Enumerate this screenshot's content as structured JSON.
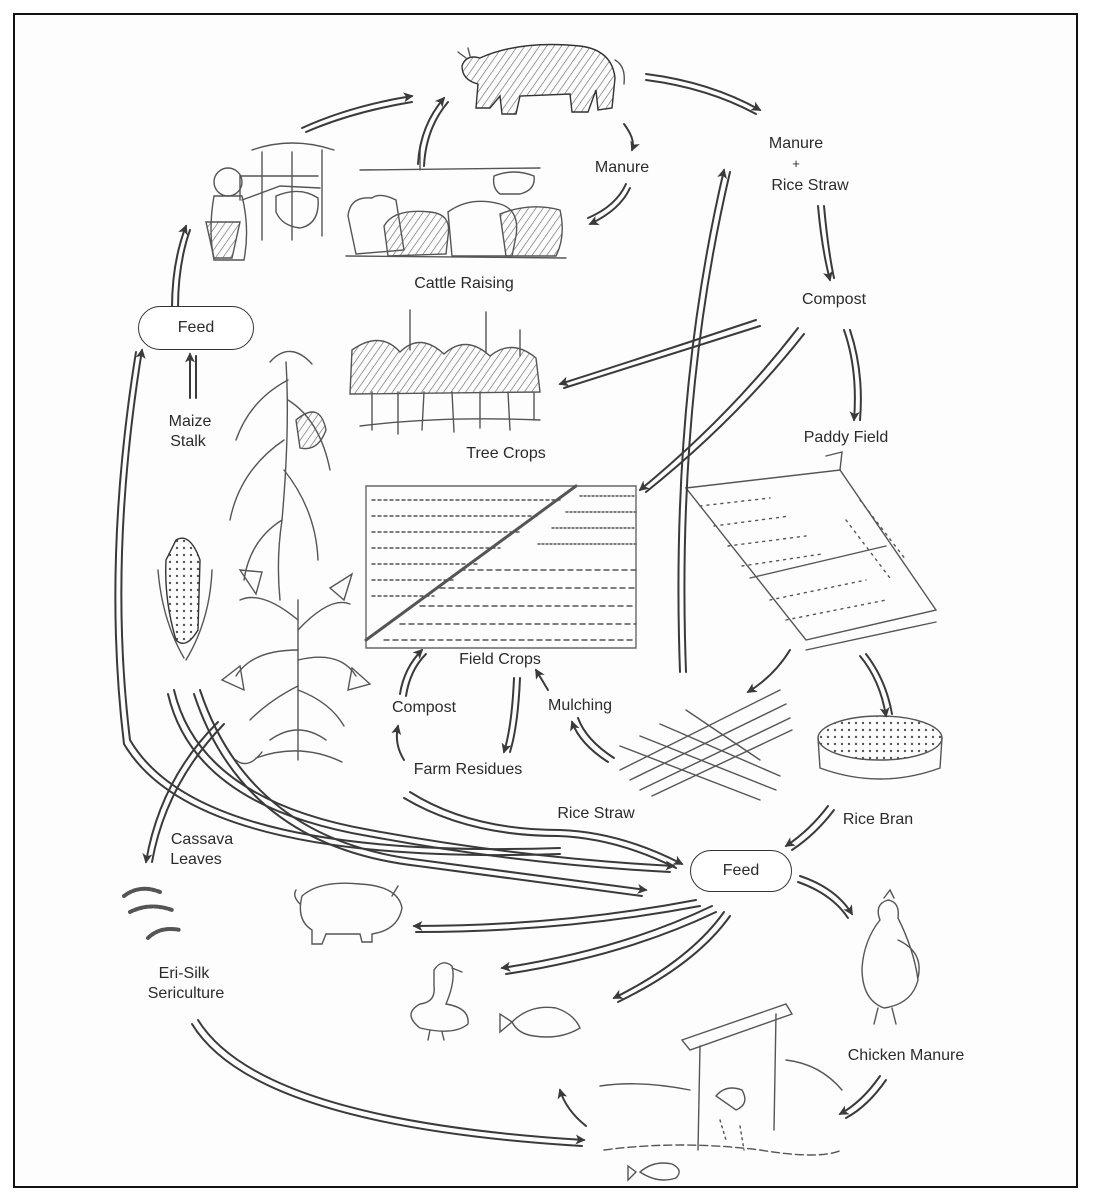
{
  "labels": {
    "manure": "Manure",
    "manure_rice_straw_1": "Manure",
    "manure_rice_straw_plus": "+",
    "manure_rice_straw_2": "Rice Straw",
    "cattle_raising": "Cattle Raising",
    "feed_top": "Feed",
    "compost_top": "Compost",
    "maize_stalk_1": "Maize",
    "maize_stalk_2": "Stalk",
    "tree_crops": "Tree Crops",
    "paddy_field": "Paddy Field",
    "field_crops": "Field Crops",
    "compost_bottom": "Compost",
    "mulching": "Mulching",
    "farm_residues": "Farm Residues",
    "rice_straw": "Rice Straw",
    "rice_bran": "Rice Bran",
    "cassava_leaves_1": "Cassava",
    "cassava_leaves_2": "Leaves",
    "feed_bottom": "Feed",
    "eri_silk_1": "Eri-Silk",
    "eri_silk_2": "Sericulture",
    "chicken_manure": "Chicken Manure"
  },
  "colors": {
    "ink": "#2b2b2b",
    "arrow": "#3a3a3a",
    "sketch": "#555555",
    "shade": "#6a6a6a",
    "frame": "#111111"
  },
  "illustrations": [
    "cow-illustration",
    "farmer-feeding-cow-illustration",
    "cattle-herd-illustration",
    "maize-plant-illustration",
    "maize-cob-illustration",
    "tree-crops-illustration",
    "field-crops-illustration",
    "paddy-field-illustration",
    "cassava-plant-illustration",
    "rice-straw-bundle-illustration",
    "rice-bran-bowl-illustration",
    "silkworm-illustration",
    "pig-illustration",
    "duck-illustration",
    "fish-illustration",
    "chicken-illustration",
    "chicken-coop-pond-illustration"
  ]
}
